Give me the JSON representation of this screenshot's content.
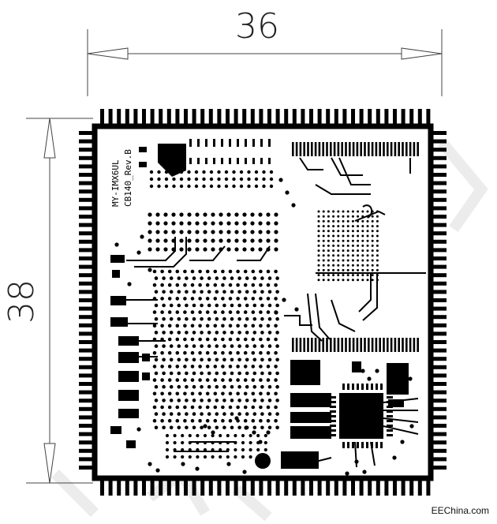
{
  "dimensions": {
    "width_label": "36",
    "height_label": "38"
  },
  "board": {
    "model_label": "MY-IMX6UL",
    "revision_label": "CB140_Rev.B"
  },
  "watermark": {
    "text": "EEChina.com"
  },
  "colors": {
    "ink": "#000000",
    "paper": "#ffffff",
    "dimension_line": "#444444"
  }
}
